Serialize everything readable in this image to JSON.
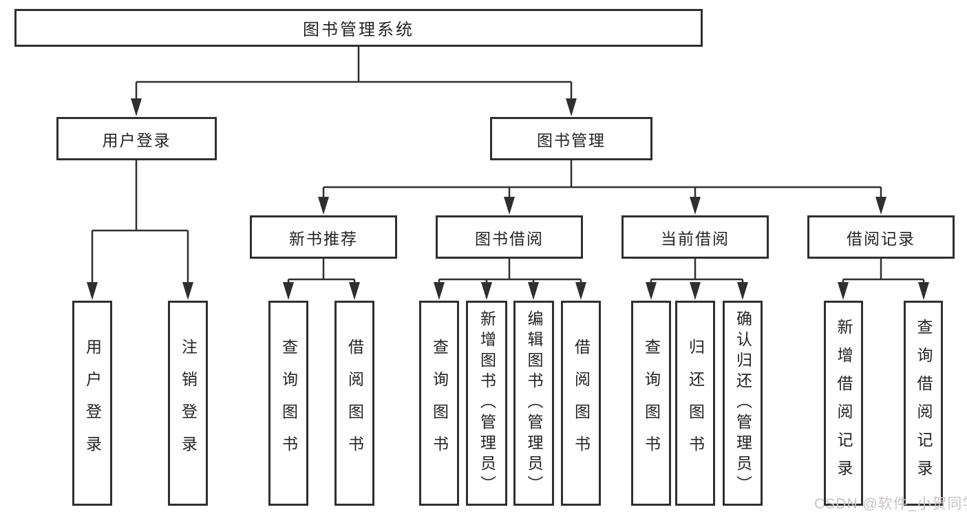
{
  "diagram": {
    "tree": {
      "root": {
        "label": "图书管理系统"
      },
      "children": [
        {
          "label": "用户登录",
          "children": [
            {
              "label": "用户登录"
            },
            {
              "label": "注销登录"
            }
          ]
        },
        {
          "label": "图书管理",
          "children": [
            {
              "label": "新书推荐",
              "children": [
                {
                  "label": "查询图书"
                },
                {
                  "label": "借阅图书"
                }
              ]
            },
            {
              "label": "图书借阅",
              "children": [
                {
                  "label": "查询图书"
                },
                {
                  "label": "新增图书（管理员）"
                },
                {
                  "label": "编辑图书（管理员）"
                },
                {
                  "label": "借阅图书"
                }
              ]
            },
            {
              "label": "当前借阅",
              "children": [
                {
                  "label": "查询图书"
                },
                {
                  "label": "归还图书"
                },
                {
                  "label": "确认归还（管理员）"
                }
              ]
            },
            {
              "label": "借阅记录",
              "children": [
                {
                  "label": "新增借阅记录"
                },
                {
                  "label": "查询借阅记录"
                }
              ]
            }
          ]
        }
      ]
    },
    "line_color": "#2f2f2f",
    "watermark": {
      "text": "CSDN @软件_小贺同学"
    }
  }
}
